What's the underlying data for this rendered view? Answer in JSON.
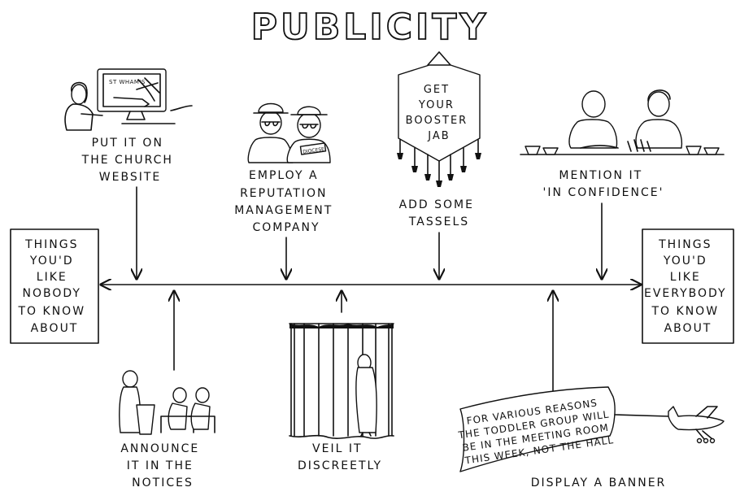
{
  "title": "PUBLICITY",
  "left_box": [
    "THINGS",
    "YOU'D",
    "LIKE",
    "NOBODY",
    "TO KNOW",
    "ABOUT"
  ],
  "right_box": [
    "THINGS",
    "YOU'D",
    "LIKE",
    "EVERYBODY",
    "TO KNOW",
    "ABOUT"
  ],
  "top_items": [
    {
      "lines": [
        "PUT IT ON",
        "THE CHURCH",
        "WEBSITE"
      ],
      "screen_text": "ST WHAM'S"
    },
    {
      "lines": [
        "EMPLOY A",
        "REPUTATION",
        "MANAGEMENT",
        "COMPANY"
      ],
      "badge_text": "DIOCESE"
    },
    {
      "lines": [
        "ADD SOME",
        "TASSELS"
      ],
      "pennant_text": [
        "GET",
        "YOUR",
        "BOOSTER",
        "JAB"
      ]
    },
    {
      "lines": [
        "MENTION IT",
        "'IN CONFIDENCE'"
      ]
    }
  ],
  "bottom_items": [
    {
      "lines": [
        "ANNOUNCE",
        "IT IN THE",
        "NOTICES"
      ]
    },
    {
      "lines": [
        "VEIL IT",
        "DISCREETLY"
      ]
    },
    {
      "lines": [
        "DISPLAY A BANNER"
      ],
      "banner_text": [
        "FOR VARIOUS REASONS",
        "THE TODDLER GROUP WILL",
        "BE IN THE MEETING ROOM",
        "THIS WEEK, NOT THE HALL"
      ]
    }
  ]
}
